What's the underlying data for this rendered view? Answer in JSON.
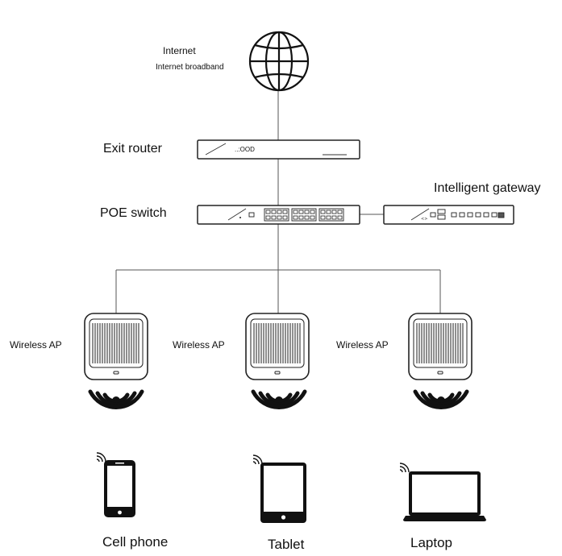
{
  "labels": {
    "internet": "Internet",
    "internet_sub": "Internet broadband",
    "exit_router": "Exit router",
    "router_text": "..:OOD",
    "poe_switch": "POE switch",
    "gateway": "Intelligent gateway",
    "ap_1": "Wireless AP",
    "ap_2": "Wireless AP",
    "ap_3": "Wireless AP",
    "cell_phone": "Cell phone",
    "tablet": "Tablet",
    "laptop": "Laptop"
  },
  "icons": {
    "internet": "globe-icon",
    "router": "router-icon",
    "switch": "poe-switch-icon",
    "gateway": "gateway-icon",
    "ap": "wireless-ap-icon",
    "wifi": "wifi-signal-icon",
    "phone": "cell-phone-icon",
    "tablet": "tablet-icon",
    "laptop": "laptop-icon"
  },
  "colors": {
    "stroke": "#222222",
    "line": "#555555"
  }
}
